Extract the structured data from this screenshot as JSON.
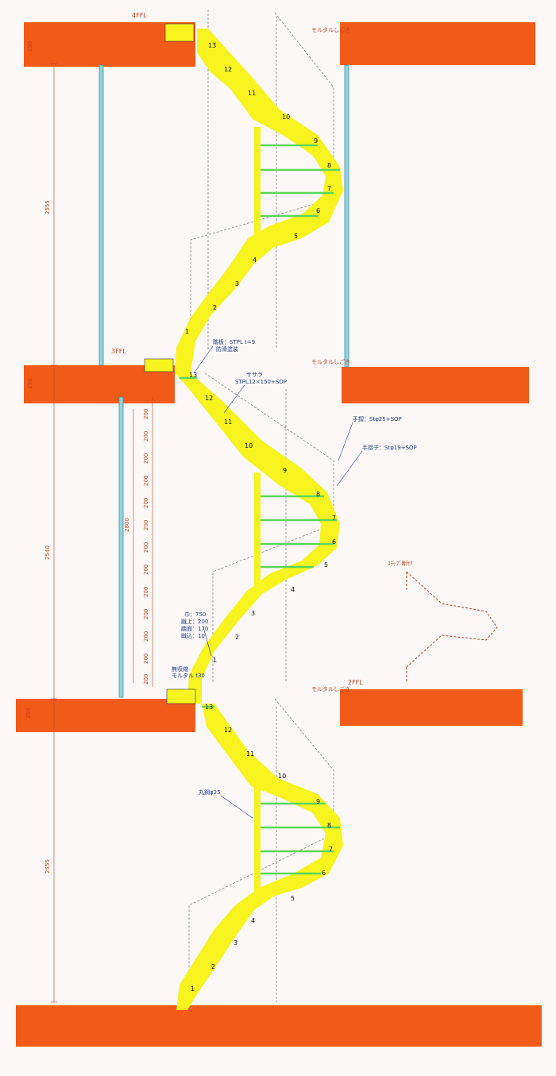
{
  "floor_levels": {
    "f4": "4FFL",
    "f3": "3FFL",
    "f2": "2FFL"
  },
  "wall_finish": "モルタルしごき",
  "vertical_dims": {
    "d1": "2555",
    "d2": "2540",
    "d3": "2555",
    "slab": "250",
    "stair_total": "2800",
    "riser": "200"
  },
  "step_numbers": [
    "1",
    "2",
    "3",
    "4",
    "5",
    "6",
    "7",
    "8",
    "9",
    "10",
    "11",
    "12",
    "13"
  ],
  "annotations": {
    "tread_line1": "踏板：STPL t=9",
    "tread_line2": "防滑塗装",
    "stringer_line1": "ササラ",
    "stringer_line2": "STPL12×150+SOP",
    "handrail": "手摺：Stφ25+SOP",
    "baluster": "手摺子：Stφ19+SOP",
    "round_bar": "丸鋼φ25",
    "spec_width": "巾：750",
    "spec_rise": "蹴上：200",
    "spec_tread": "踏面：170",
    "spec_nosing": "蹴込：10",
    "mortar_detail_1": "無収縮",
    "mortar_detail_2": "モルタル t30",
    "sketch_note": "ｽﾃｯﾌﾟ断ｻｸ"
  },
  "colors": {
    "slab": "#f25a18",
    "stair": "#f6f31f",
    "step": "#5ad65a",
    "glass": "#8fd4dc",
    "note": "#1f3a8a",
    "dim": "#c0421a"
  }
}
